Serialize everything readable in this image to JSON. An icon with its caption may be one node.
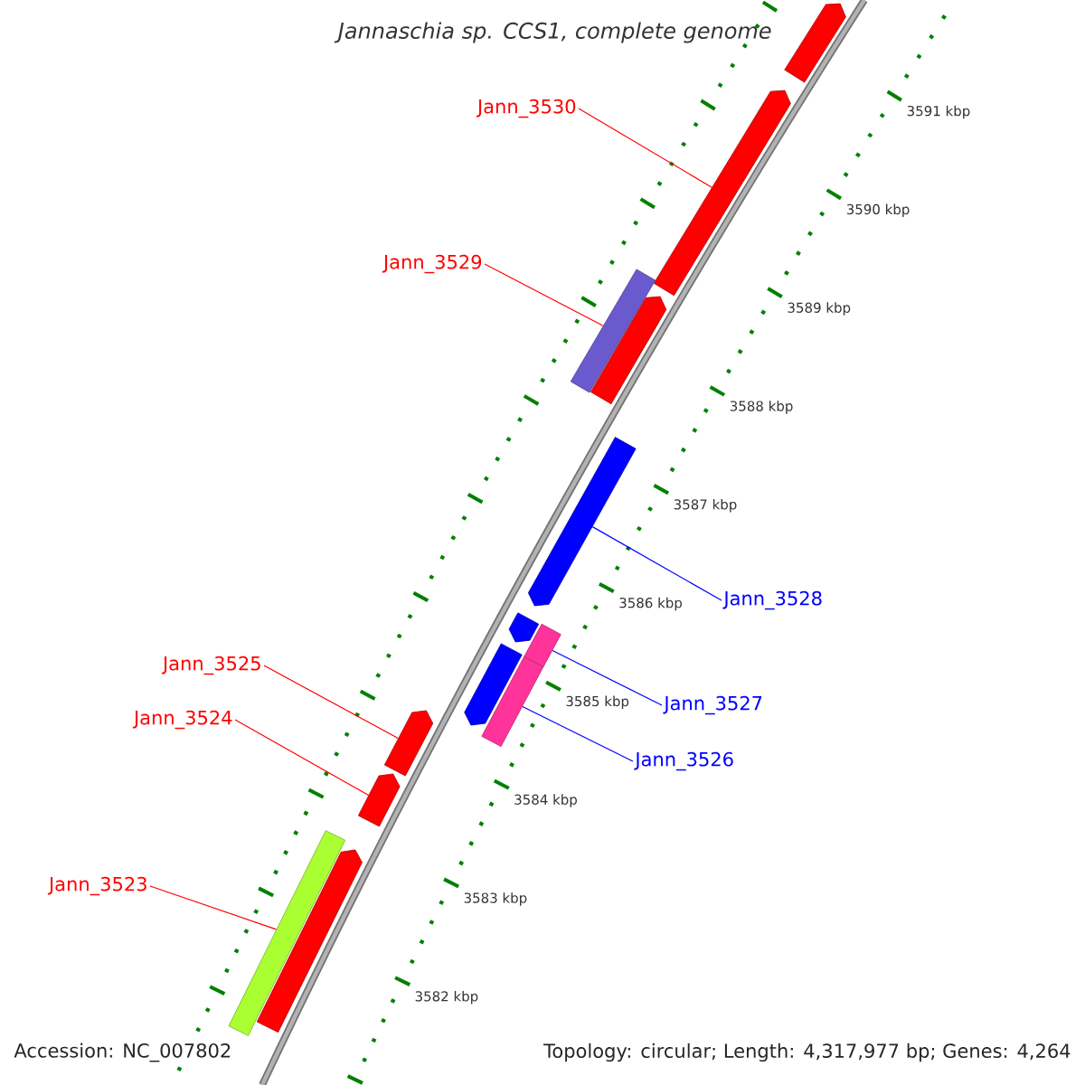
{
  "diagram": {
    "title": "Jannaschia sp. CCS1, complete genome",
    "nodes": [
      {
        "text": [],
        "shape": "bar"
      },
      {
        "text": [
          "Jann_3530"
        ]
      },
      {
        "text": [],
        "shape": "bar"
      },
      {
        "text": [
          "Jann_3529"
        ]
      },
      {
        "text": [],
        "shape": "bar"
      },
      {
        "text": [],
        "shape": "bar"
      },
      {
        "text": [],
        "shape": "bar"
      },
      {
        "text": [
          "Jann_3528"
        ]
      },
      {
        "text": [],
        "shape": "bar"
      },
      {
        "text": [],
        "shape": "bar"
      },
      {
        "text": [
          "Jann_3527"
        ]
      },
      {
        "text": [],
        "shape": "bar"
      },
      {
        "text": [],
        "shape": "bar"
      },
      {
        "text": [
          "Jann_3526"
        ]
      },
      {
        "text": [
          "Jann_3525"
        ]
      },
      {
        "text": [],
        "shape": "bar"
      },
      {
        "text": [
          "Jann_3524"
        ]
      },
      {
        "text": [],
        "shape": "bar"
      },
      {
        "text": [
          "Jann_3523"
        ]
      },
      {
        "text": [],
        "shape": "bar"
      },
      {
        "text": [],
        "shape": "bar"
      }
    ],
    "edges": [
      {
        "from": 1,
        "to": 2,
        "arrow": "none",
        "color": "#ff0000"
      },
      {
        "from": 3,
        "to": 4,
        "arrow": "none",
        "color": "#ff0000"
      },
      {
        "from": 7,
        "to": 6,
        "arrow": "none",
        "color": "#0000ff"
      },
      {
        "from": 10,
        "to": 9,
        "arrow": "none",
        "color": "#0000ff"
      },
      {
        "from": 13,
        "to": 12,
        "arrow": "none",
        "color": "#0000ff"
      },
      {
        "from": 14,
        "to": 15,
        "arrow": "none",
        "color": "#ff0000"
      },
      {
        "from": 16,
        "to": 17,
        "arrow": "none",
        "color": "#ff0000"
      },
      {
        "from": 18,
        "to": 19,
        "arrow": "none",
        "color": "#ff0000"
      }
    ],
    "labels": [
      "3591 kbp",
      "3590 kbp",
      "3589 kbp",
      "3588 kbp",
      "3587 kbp",
      "3586 kbp",
      "3585 kbp",
      "3584 kbp",
      "3583 kbp",
      "3582 kbp",
      "Accession: NC_007802",
      "Topology: circular; Length: 4,317,977 bp; Genes: 4,264"
    ]
  }
}
